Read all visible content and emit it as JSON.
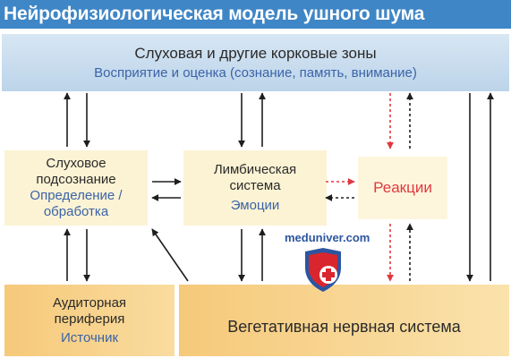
{
  "title": "Нейрофизиологическая модель ушного шума",
  "top_box": {
    "line1": "Слуховая и другие корковые зоны",
    "line2": "Восприятие и оценка (сознание, память, внимание)"
  },
  "auditory_subconscious": {
    "line1": "Слуховое",
    "line2": "подсознание",
    "line3": "Определение /",
    "line4": "обработка"
  },
  "limbic": {
    "line1": "Лимбическая",
    "line2": "система",
    "line3": "Эмоции"
  },
  "reactions": {
    "label": "Реакции"
  },
  "periphery": {
    "line1": "Аудиторная",
    "line2": "периферия",
    "line3": "Источник"
  },
  "vegetative": {
    "label": "Вегетативная нервная система"
  },
  "watermark": {
    "text": "meduniver.com",
    "icon": "shield-cross-icon"
  },
  "colors": {
    "title_bar": "#3f86c6",
    "arrow": "#1e1e1e",
    "reaction_arrow": "#e0383e",
    "label_blue": "#3b63a8"
  }
}
